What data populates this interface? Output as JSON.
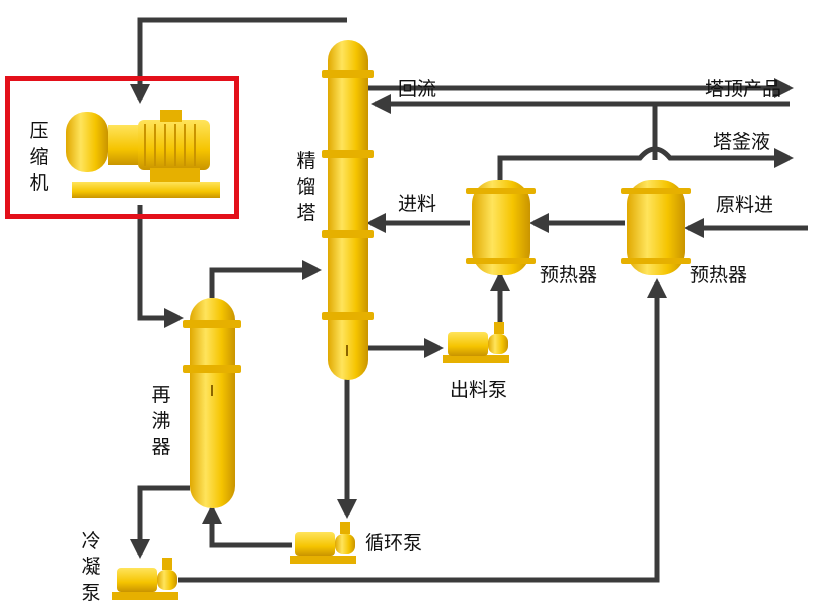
{
  "labels": {
    "compressor": "压缩机",
    "column": "精馏塔",
    "reboiler": "再沸器",
    "condenser_pump": "冷凝泵",
    "reflux": "回流",
    "top_product": "塔顶产品",
    "bottoms": "塔釜液",
    "feed": "进料",
    "raw_feed": "原料进",
    "preheater_left": "预热器",
    "preheater_right": "预热器",
    "discharge_pump": "出料泵",
    "circulation_pump": "循环泵"
  },
  "colors": {
    "equipment": "#f7c600",
    "equipment_shadow": "#c99a00",
    "pipe": "#3b3b3b",
    "highlight": "#e3101a"
  }
}
